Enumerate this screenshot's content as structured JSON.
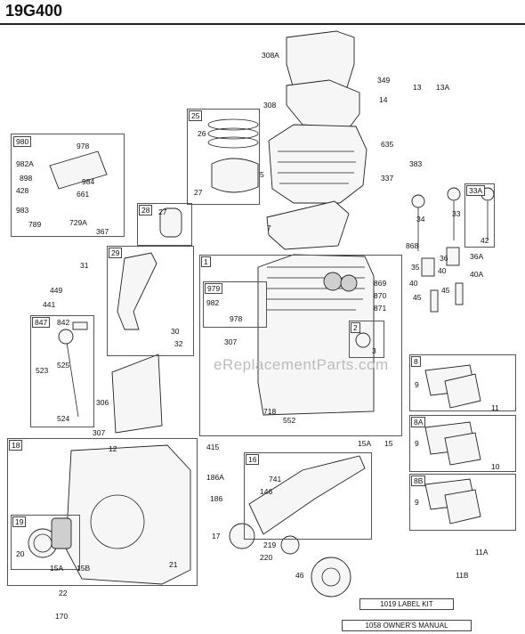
{
  "title": "19G400",
  "watermark": "eReplacementParts.com",
  "boxes": {
    "b980": "980",
    "b25": "25",
    "b28": "28",
    "b29": "29",
    "b1": "1",
    "b979": "979",
    "b847": "847",
    "b2": "2",
    "b8": "8",
    "b8A": "8A",
    "b8B": "8B",
    "b33A": "33A",
    "b18": "18",
    "b19": "19",
    "b16": "16"
  },
  "labels": {
    "l308A": "308A",
    "l308": "308",
    "l349": "349",
    "l13": "13",
    "l13A": "13A",
    "l14": "14",
    "l26": "26",
    "l27a": "27",
    "l5": "5",
    "l978a": "978",
    "l982A": "982A",
    "l898": "898",
    "l984": "984",
    "l428": "428",
    "l661": "661",
    "l983": "983",
    "l729A": "729A",
    "l789": "789",
    "l367": "367",
    "l635": "635",
    "l383": "383",
    "l337": "337",
    "l27b": "27",
    "l7": "7",
    "l34": "34",
    "l33": "33",
    "l42": "42",
    "l868": "868",
    "l36": "36",
    "l36A": "36A",
    "l35": "35",
    "l40a": "40",
    "l40b": "40",
    "l40A": "40A",
    "l31": "31",
    "l869": "869",
    "l870": "870",
    "l871": "871",
    "l449": "449",
    "l982": "982",
    "l441": "441",
    "l978b": "978",
    "l842": "842",
    "l30": "30",
    "l32": "32",
    "l307a": "307",
    "l45a": "45",
    "l45b": "45",
    "l3": "3",
    "l523": "523",
    "l525": "525",
    "l9a": "9",
    "l11": "11",
    "l306": "306",
    "l718": "718",
    "l552": "552",
    "l524": "524",
    "l307b": "307",
    "l9b": "9",
    "l12": "12",
    "l415": "415",
    "l15A": "15A",
    "l15": "15",
    "l186A": "186A",
    "l741": "741",
    "l146": "146",
    "l186": "186",
    "l10": "10",
    "l9c": "9",
    "l17": "17",
    "l219": "219",
    "l220": "220",
    "l11A": "11A",
    "l20": "20",
    "l15Ab": "15A",
    "l15B": "15B",
    "l21": "21",
    "l46": "46",
    "l11B": "11B",
    "l22": "22",
    "l170": "170"
  },
  "notes": {
    "label_kit": "1019 LABEL KIT",
    "owners_manual": "1058 OWNER'S MANUAL"
  }
}
